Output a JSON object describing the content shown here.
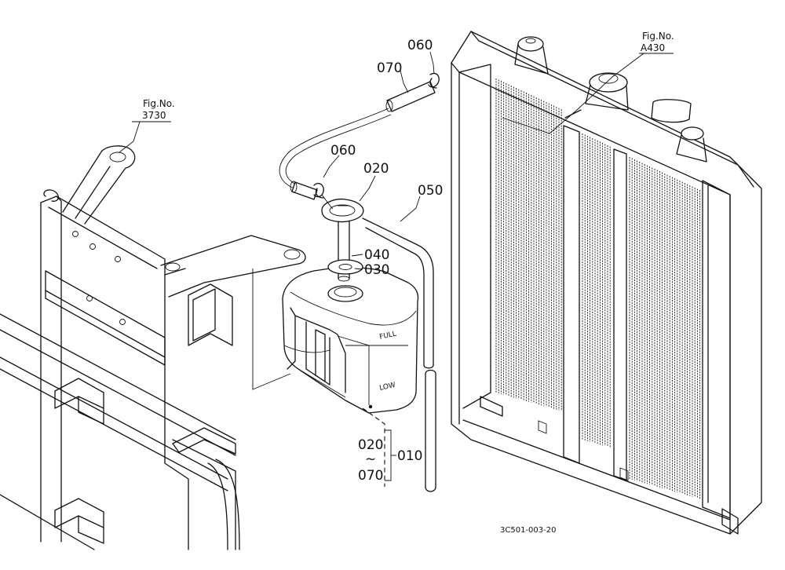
{
  "part_labels": {
    "p060_top": "060",
    "p070_top": "070",
    "p060_mid": "060",
    "p020_mid": "020",
    "p050": "050",
    "p040": "040",
    "p030": "030",
    "kit_from": "020",
    "kit_tilde": "~",
    "kit_to": "070",
    "kit_assembly": "010"
  },
  "fig_refs": {
    "left": {
      "label": "Fig.No.",
      "number": "3730"
    },
    "right": {
      "label": "Fig.No.",
      "number": "A430"
    }
  },
  "tank_markings": {
    "full": "FULL",
    "low": "LOW"
  },
  "drawing_code": "3C501-003-20"
}
